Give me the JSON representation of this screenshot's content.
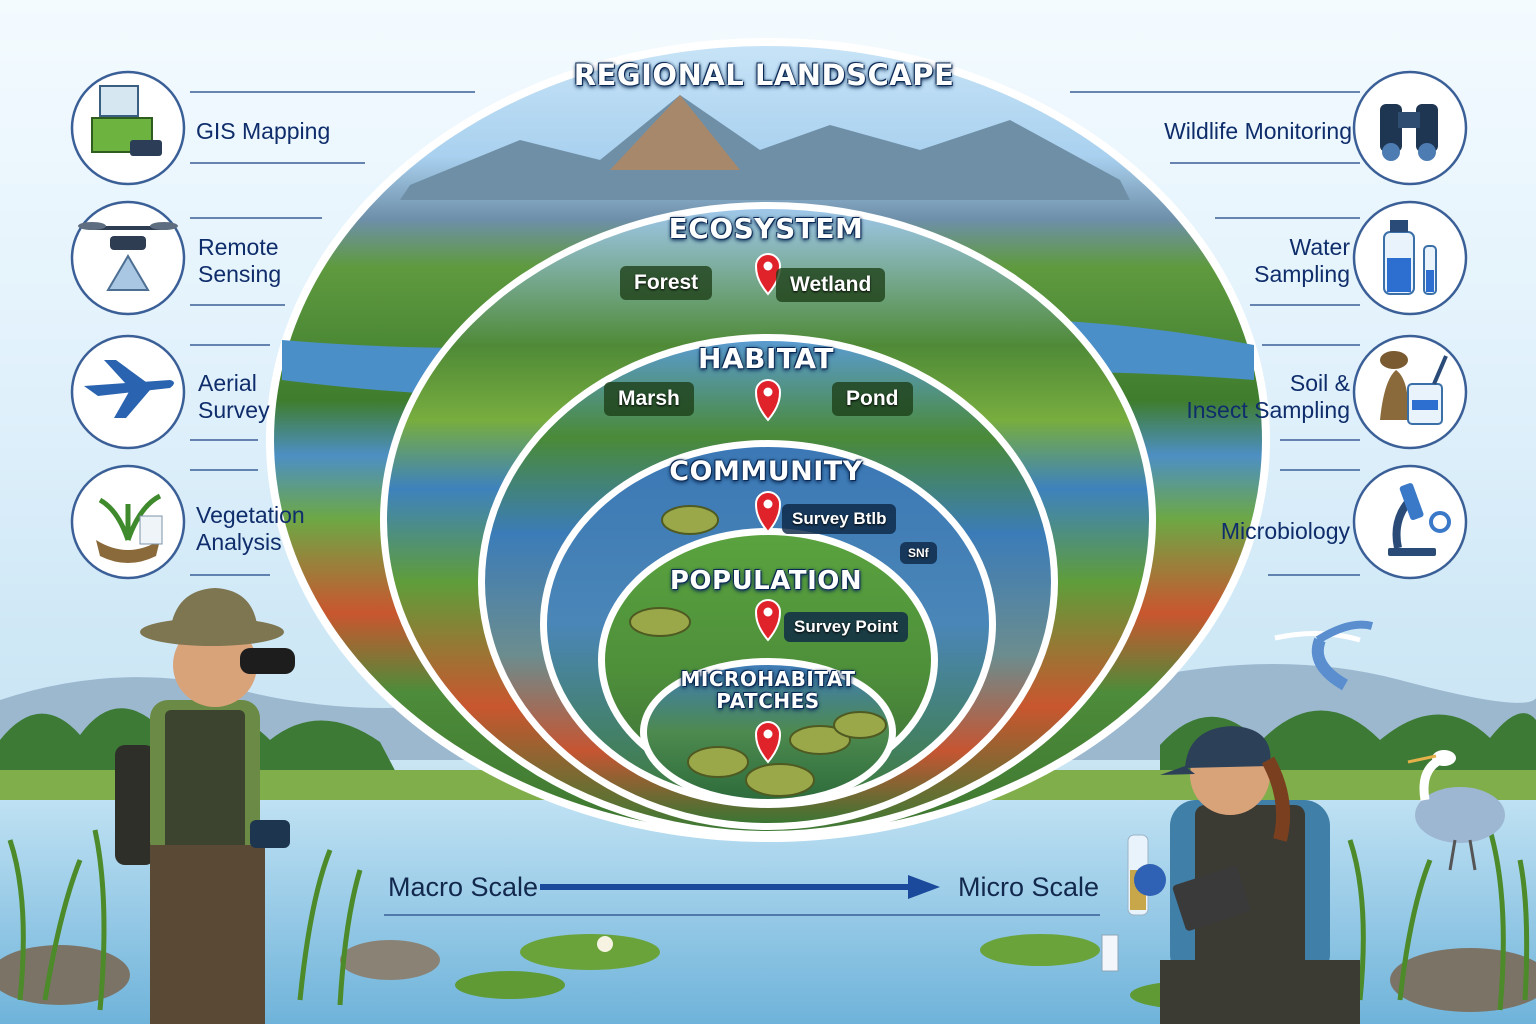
{
  "colors": {
    "navy": "#0f2d6b",
    "ring_border": "#ffffff",
    "pin": "#e0222a",
    "arrow": "#1b4a9c"
  },
  "rings": [
    {
      "key": "regional",
      "title": "REGIONAL LANDSCAPE"
    },
    {
      "key": "ecosystem",
      "title": "ECOSYSTEM",
      "tags": [
        "Forest",
        "Wetland"
      ]
    },
    {
      "key": "habitat",
      "title": "HABITAT",
      "tags": [
        "Marsh",
        "Pond"
      ]
    },
    {
      "key": "community",
      "title": "COMMUNITY",
      "tags": [
        "Survey Btlb",
        "SNf"
      ]
    },
    {
      "key": "population",
      "title": "POPULATION",
      "tags": [
        "Survey Point"
      ]
    },
    {
      "key": "microhabitat",
      "title_line1": "MICROHABITAT",
      "title_line2": "PATCHES"
    }
  ],
  "methods_left": [
    {
      "label_line1": "GIS Mapping",
      "icon": "gis-map-icon"
    },
    {
      "label_line1": "Remote",
      "label_line2": "Sensing",
      "icon": "drone-icon"
    },
    {
      "label_line1": "Aerial",
      "label_line2": "Survey",
      "icon": "airplane-icon"
    },
    {
      "label_line1": "Vegetation",
      "label_line2": "Analysis",
      "icon": "plant-sample-icon"
    }
  ],
  "methods_right": [
    {
      "label_line1": "Wildlife Monitoring",
      "icon": "binoculars-icon"
    },
    {
      "label_line1": "Water",
      "label_line2": "Sampling",
      "icon": "water-bottle-icon"
    },
    {
      "label_line1": "Soil &",
      "label_line2": "Insect Sampling",
      "icon": "soil-jar-icon"
    },
    {
      "label_line1": "Microbiology",
      "icon": "microscope-icon"
    }
  ],
  "scale": {
    "from": "Macro Scale",
    "to": "Micro Scale"
  }
}
